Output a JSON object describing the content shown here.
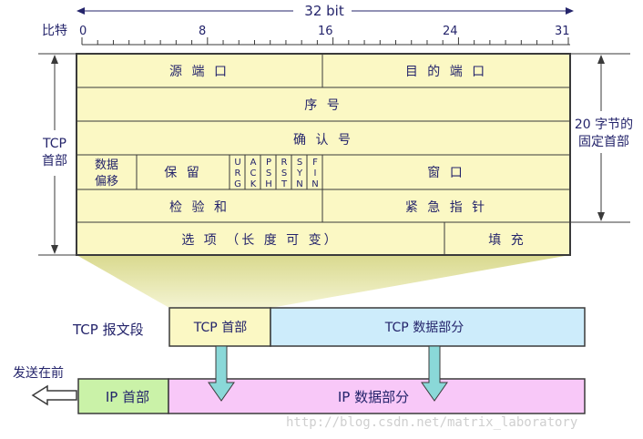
{
  "header": {
    "bit_span_label": "32 bit",
    "bit_row_label": "比特",
    "ticks": [
      "0",
      "8",
      "16",
      "24",
      "31"
    ]
  },
  "side_labels": {
    "tcp_header_line1": "TCP",
    "tcp_header_line2": "首部",
    "fixed_line1": "20 字节的",
    "fixed_line2": "固定首部"
  },
  "fields": {
    "source_port": "源 端 口",
    "dest_port": "目 的 端 口",
    "sequence_number": "序 号",
    "ack_number": "确 认 号",
    "data_offset_line1": "数据",
    "data_offset_line2": "偏移",
    "reserved": "保 留",
    "flags": [
      {
        "name": "urg",
        "letters": [
          "U",
          "R",
          "G"
        ]
      },
      {
        "name": "ack",
        "letters": [
          "A",
          "C",
          "K"
        ]
      },
      {
        "name": "psh",
        "letters": [
          "P",
          "S",
          "H"
        ]
      },
      {
        "name": "rst",
        "letters": [
          "R",
          "S",
          "T"
        ]
      },
      {
        "name": "syn",
        "letters": [
          "S",
          "Y",
          "N"
        ]
      },
      {
        "name": "fin",
        "letters": [
          "F",
          "I",
          "N"
        ]
      }
    ],
    "window": "窗 口",
    "checksum": "检 验 和",
    "urgent_pointer": "紧 急 指 针",
    "options": "选 项 （长 度 可 变）",
    "padding": "填 充"
  },
  "segment": {
    "label": "TCP 报文段",
    "header": "TCP 首部",
    "data": "TCP 数据部分"
  },
  "ip": {
    "send_first": "发送在前",
    "header": "IP 首部",
    "data": "IP 数据部分"
  },
  "watermark": "http://blog.csdn.net/matrix_laboratory",
  "colors": {
    "field_fill": "#fbf8c4",
    "field_stroke": "#3a3a3a",
    "tcp_data_fill": "#cdecfb",
    "ip_header_fill": "#caf2a8",
    "ip_data_fill": "#f8c8f8",
    "funnel_fill": "#e6e6a8",
    "arrow_fill": "#8ad8d8",
    "text": "#24246b"
  }
}
